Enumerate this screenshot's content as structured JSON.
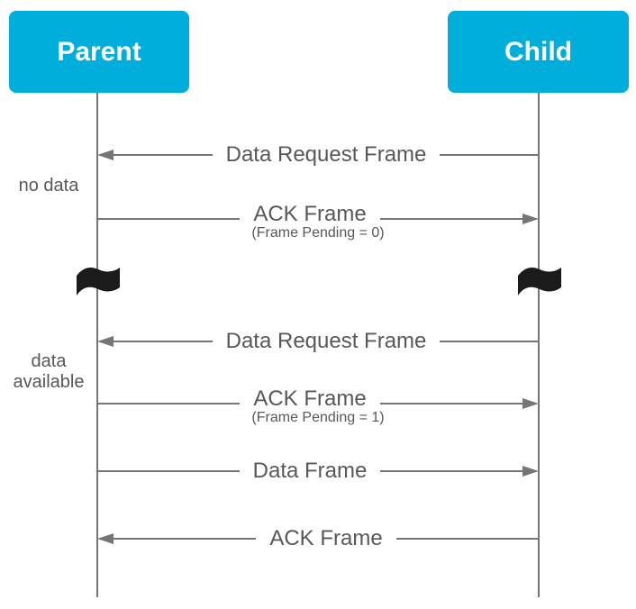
{
  "diagram": {
    "type": "sequence",
    "actors": [
      {
        "label": "Parent"
      },
      {
        "label": "Child"
      }
    ],
    "messages": [
      {
        "label": "Data Request Frame",
        "sublabel": "",
        "from": "Child",
        "to": "Parent"
      },
      {
        "label": "ACK Frame",
        "sublabel": "(Frame Pending = 0)",
        "from": "Parent",
        "to": "Child"
      },
      {
        "label": "Data Request Frame",
        "sublabel": "",
        "from": "Child",
        "to": "Parent"
      },
      {
        "label": "ACK Frame",
        "sublabel": "(Frame Pending = 1)",
        "from": "Parent",
        "to": "Child"
      },
      {
        "label": "Data Frame",
        "sublabel": "",
        "from": "Parent",
        "to": "Child"
      },
      {
        "label": "ACK Frame",
        "sublabel": "",
        "from": "Child",
        "to": "Parent"
      }
    ],
    "annotations": [
      {
        "label": "no data"
      },
      {
        "label": "data available"
      }
    ],
    "icons": [
      {
        "name": "flag-icon"
      }
    ],
    "colors": {
      "actor_bg": "#00AEDB",
      "actor_text": "#FFFFFF",
      "line": "#757575",
      "label_text": "#57585A",
      "flag": "#1B1B1B"
    }
  }
}
